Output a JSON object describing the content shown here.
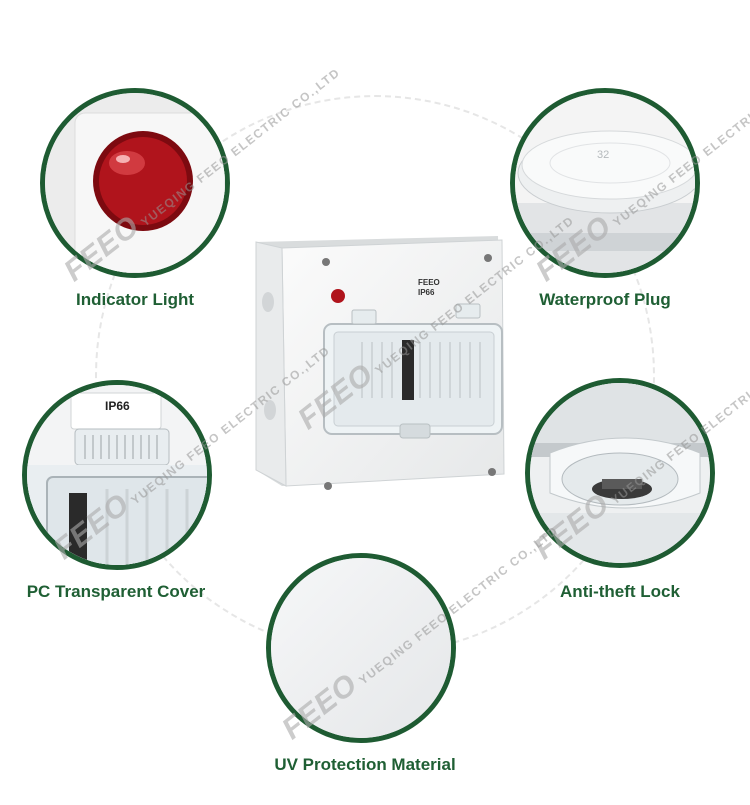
{
  "features": [
    {
      "id": "indicator-light",
      "label": "Indicator Light"
    },
    {
      "id": "waterproof-plug",
      "label": "Waterproof Plug"
    },
    {
      "id": "pc-transparent-cover",
      "label": "PC Transparent Cover"
    },
    {
      "id": "anti-theft-lock",
      "label": "Anti-theft Lock"
    },
    {
      "id": "uv-protection",
      "label": "UV Protection Material"
    }
  ],
  "product": {
    "brand": "FEEO",
    "rating": "IP66"
  },
  "cover_badge": "IP66",
  "plug_marking": "32",
  "watermark": {
    "brand": "FEEO",
    "company": "YUEQING FEEO ELECTRIC CO.,LTD"
  },
  "colors": {
    "accent": "#1e5b32",
    "label": "#1f5f34",
    "indicator_red": "#b0141c"
  }
}
